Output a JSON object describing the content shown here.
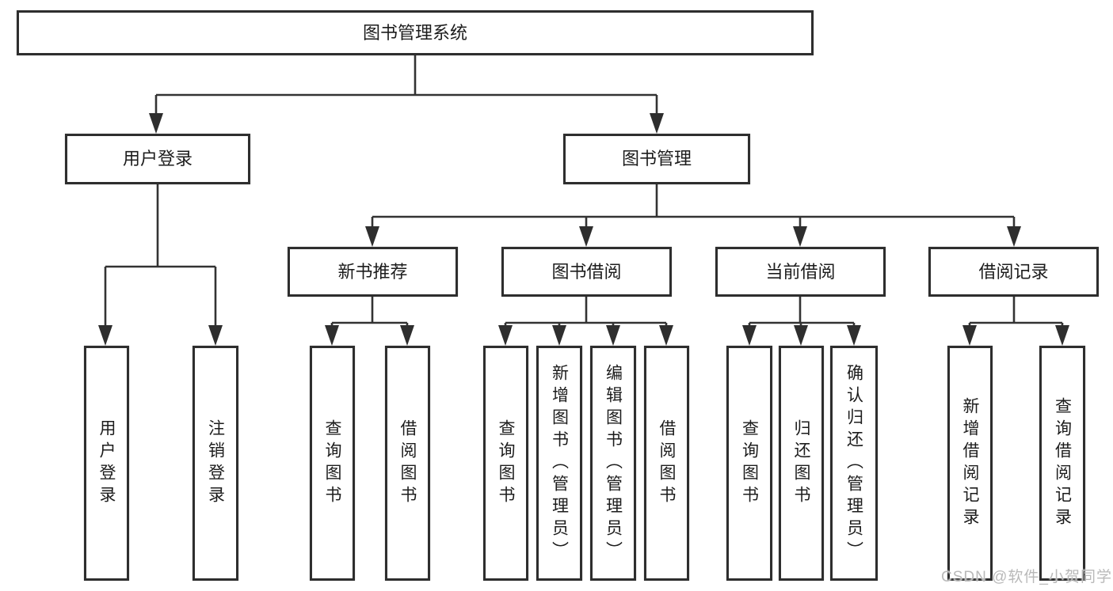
{
  "diagram_title": "图书管理系统",
  "tree": {
    "root": "图书管理系统",
    "user_login": {
      "label": "用户登录",
      "children": [
        "用户登录",
        "注销登录"
      ]
    },
    "book_mgmt": {
      "label": "图书管理",
      "sections": [
        {
          "label": "新书推荐",
          "children": [
            "查询图书",
            "借阅图书"
          ]
        },
        {
          "label": "图书借阅",
          "children": [
            "查询图书",
            "新增图书（管理员）",
            "编辑图书（管理员）",
            "借阅图书"
          ]
        },
        {
          "label": "当前借阅",
          "children": [
            "查询图书",
            "归还图书",
            "确认归还（管理员）"
          ]
        },
        {
          "label": "借阅记录",
          "children": [
            "新增借阅记录",
            "查询借阅记录"
          ]
        }
      ]
    }
  },
  "watermark": "CSDN @软件_小贺同学",
  "colors": {
    "border": "#2e2e2e",
    "line": "#333333",
    "text": "#1c1c1c",
    "watermark": "#b9b9b9",
    "background": "#ffffff"
  }
}
